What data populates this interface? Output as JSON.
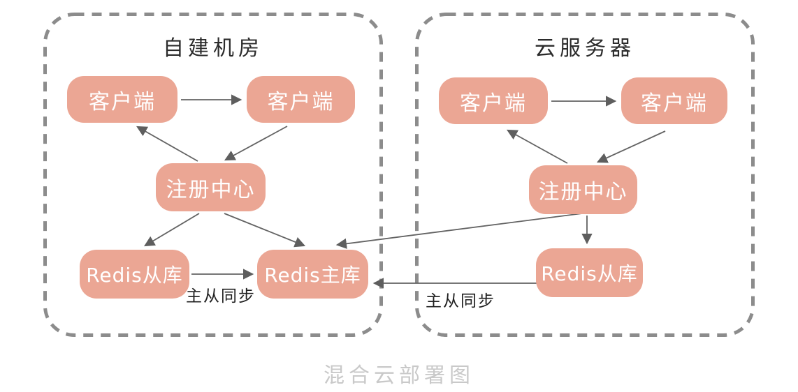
{
  "diagram": {
    "caption": "混合云部署图",
    "left_group": {
      "title": "自建机房",
      "nodes": {
        "client_a": "客户端",
        "client_b": "客户端",
        "registry": "注册中心",
        "redis_slave": "Redis从库",
        "redis_master": "Redis主库"
      }
    },
    "right_group": {
      "title": "云服务器",
      "nodes": {
        "client_a": "客户端",
        "client_b": "客户端",
        "registry": "注册中心",
        "redis_slave": "Redis从库"
      }
    },
    "edges": [
      {
        "from": "left.client_a",
        "to": "left.client_b",
        "label": ""
      },
      {
        "from": "left.registry",
        "to": "left.client_a",
        "label": ""
      },
      {
        "from": "left.client_b",
        "to": "left.registry",
        "label": ""
      },
      {
        "from": "left.registry",
        "to": "left.redis_slave",
        "label": ""
      },
      {
        "from": "left.registry",
        "to": "left.redis_master",
        "label": ""
      },
      {
        "from": "left.redis_slave",
        "to": "left.redis_master",
        "label": "主从同步"
      },
      {
        "from": "right.client_a",
        "to": "right.client_b",
        "label": ""
      },
      {
        "from": "right.registry",
        "to": "right.client_a",
        "label": ""
      },
      {
        "from": "right.client_b",
        "to": "right.registry",
        "label": ""
      },
      {
        "from": "right.registry",
        "to": "right.redis_slave",
        "label": ""
      },
      {
        "from": "right.registry",
        "to": "left.redis_master",
        "label": ""
      },
      {
        "from": "right.redis_slave",
        "to": "left.redis_master",
        "label": "主从同步"
      }
    ],
    "colors": {
      "node_fill": "#EBA694",
      "node_text": "#FFFFFF",
      "line": "#636363",
      "container_border": "#8C8C8C",
      "title_text": "#2B2B2B",
      "caption_text": "#C9C9C9"
    }
  }
}
